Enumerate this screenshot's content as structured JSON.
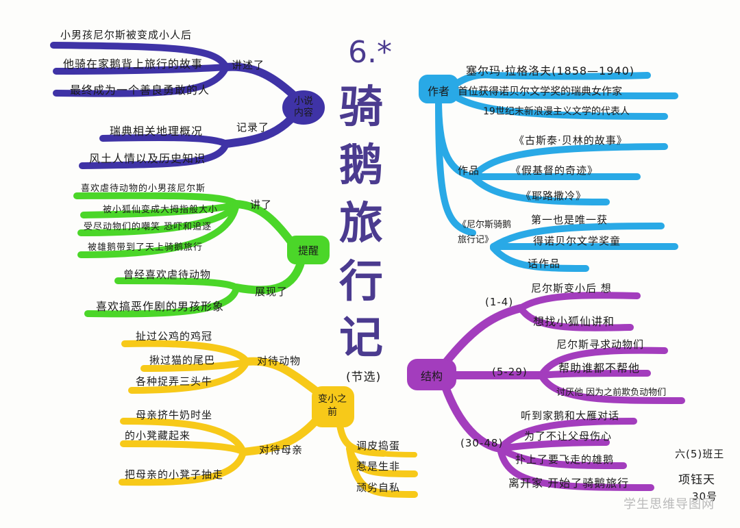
{
  "title": {
    "lesson": "6.*",
    "chars": [
      "骑",
      "鹅",
      "旅",
      "行",
      "记"
    ],
    "note": "(节选)"
  },
  "branches": {
    "novel": {
      "hub": "小说内容",
      "label_a": "讲述了",
      "leaves_a": [
        "小男孩尼尔斯被变成小人后",
        "他骑在家鹅背上旅行的故事",
        "最终成为一个善良勇敢的人"
      ],
      "label_b": "记录了",
      "leaves_b": [
        "瑞典相关地理概况",
        "风土人情以及历史知识"
      ]
    },
    "tips": {
      "hub": "提醒",
      "label_a": "讲了",
      "leaves_a": [
        "喜欢虐待动物的小男孩尼尔斯",
        "被小狐仙变成大拇指般大小",
        "受尽动物们的嘲笑 恐吓和追逐",
        "被雄鹅带到了天上骑鹅旅行"
      ],
      "label_b": "展现了",
      "leaves_b": [
        "曾经喜欢虐待动物",
        "喜欢搞恶作剧的男孩形象"
      ]
    },
    "before": {
      "hub": "变小之前",
      "label_a": "对待动物",
      "leaves_a": [
        "扯过公鸡的鸡冠",
        "揪过猫的尾巴",
        "各种捉弄三头牛"
      ],
      "label_b": "对待母亲",
      "leaves_b": [
        "母亲挤牛奶时坐",
        "的小凳藏起来",
        "把母亲的小凳子抽走"
      ],
      "traits": [
        "调皮捣蛋",
        "惹是生非",
        "顽劣自私"
      ]
    },
    "author": {
      "hub": "作者",
      "leaves": [
        "塞尔玛·拉格洛夫(1858—1940)",
        "首位获得诺贝尔文学奖的瑞典女作家",
        "19世纪末新浪漫主义文学的代表人"
      ],
      "works_label": "作品",
      "works": [
        "《古斯泰·贝林的故事》",
        "《假基督的奇迹》",
        "《耶路撒冷》"
      ],
      "book_label": "《尼尔斯骑鹅旅行记》",
      "book_notes": [
        "第一也是唯一获",
        "得诺贝尔文学奖童",
        "话作品"
      ]
    },
    "structure": {
      "hub": "结构",
      "part1": "(1-4)",
      "part1_leaves": [
        "尼尔斯变小后 想",
        "想找小狐仙讲和"
      ],
      "part2": "(5-29)",
      "part2_leaves": [
        "尼尔斯寻求动物们",
        "帮助谁都不帮他",
        "讨厌他 因为之前欺负动物们"
      ],
      "part3": "(30-48)",
      "part3_leaves": [
        "听到家鹅和大雁对话",
        "为了不让父母伤心",
        "扑上了要飞走的雄鹅",
        "离开家 开始了骑鹅旅行"
      ]
    }
  },
  "signature": [
    "六(5)班王",
    "项钰天",
    "30号"
  ],
  "watermark": "学生思维导图网",
  "colors": {
    "purple": "#3f33a6",
    "green": "#4bd629",
    "yellow": "#f7c919",
    "blue": "#29a9e6",
    "magenta": "#a33dbd",
    "title": "#4b3b8f"
  }
}
